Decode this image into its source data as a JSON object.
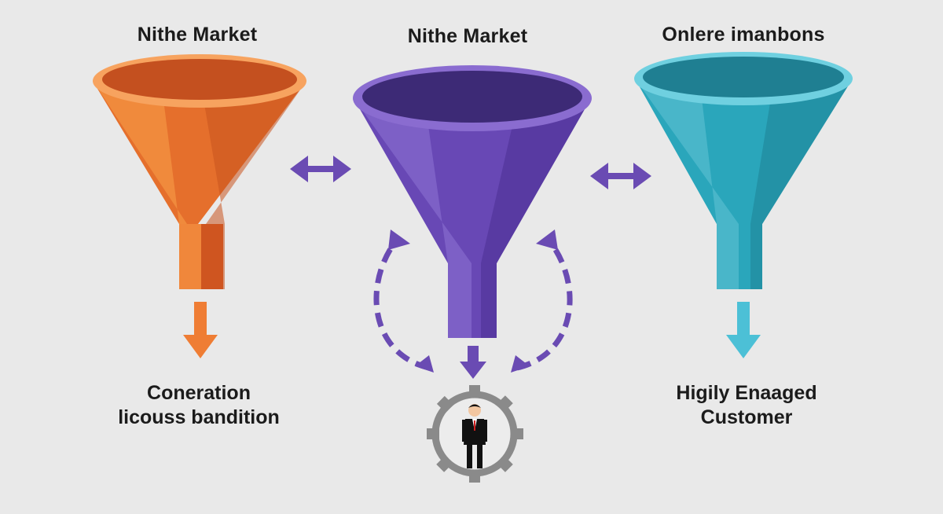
{
  "funnels": [
    {
      "title": "Nithe Market",
      "caption_lines": [
        "Coneration",
        "licouss bandition"
      ],
      "colors": {
        "rim": "#f7a35f",
        "inner": "#c4501f",
        "light": "#f08a3c",
        "dark": "#d75f25"
      }
    },
    {
      "title": "Nithe Market",
      "caption_lines": [],
      "colors": {
        "rim": "#8a6cd0",
        "inner": "#3d2a76",
        "light": "#7a5cc2",
        "dark": "#5b3ea6"
      }
    },
    {
      "title": "Onlere imanbons",
      "caption_lines": [
        "Higily Enaaged",
        "Customer"
      ],
      "colors": {
        "rim": "#6fd0e0",
        "inner": "#1f7f92",
        "light": "#49b6c9",
        "dark": "#2a9db2"
      }
    }
  ],
  "arrow_color": "#6a4bb3",
  "gear_color": "#8a8a8a"
}
